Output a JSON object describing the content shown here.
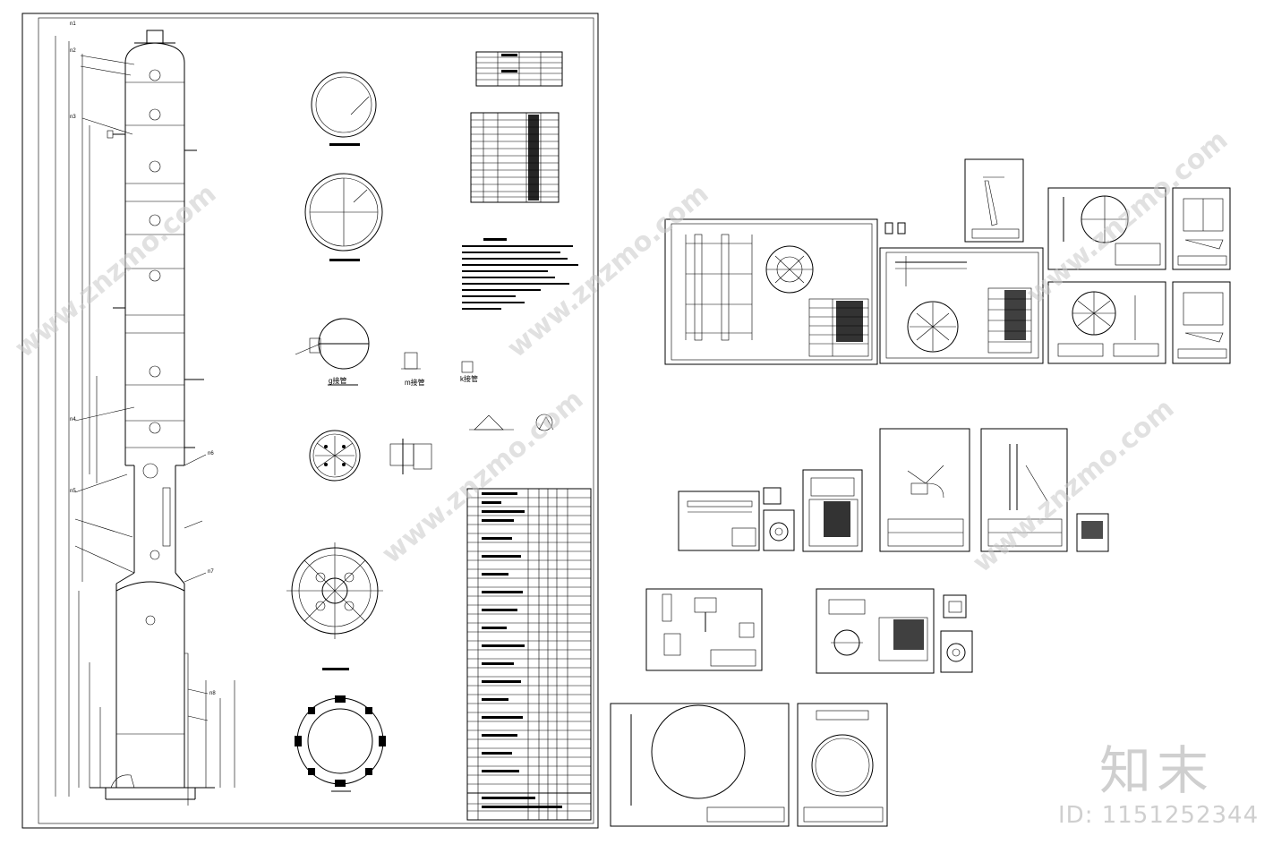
{
  "drawing": {
    "view_labels": [
      "g接管",
      "m接管",
      "k接管"
    ],
    "tag_labels": [
      "n1",
      "n2",
      "n3",
      "n4",
      "n5",
      "n6",
      "n7",
      "n8"
    ]
  },
  "watermark": {
    "site": "www.znzmo.com",
    "logo_text": "知末",
    "id_text": "ID: 1151252344",
    "color": "#cfcfcf"
  }
}
